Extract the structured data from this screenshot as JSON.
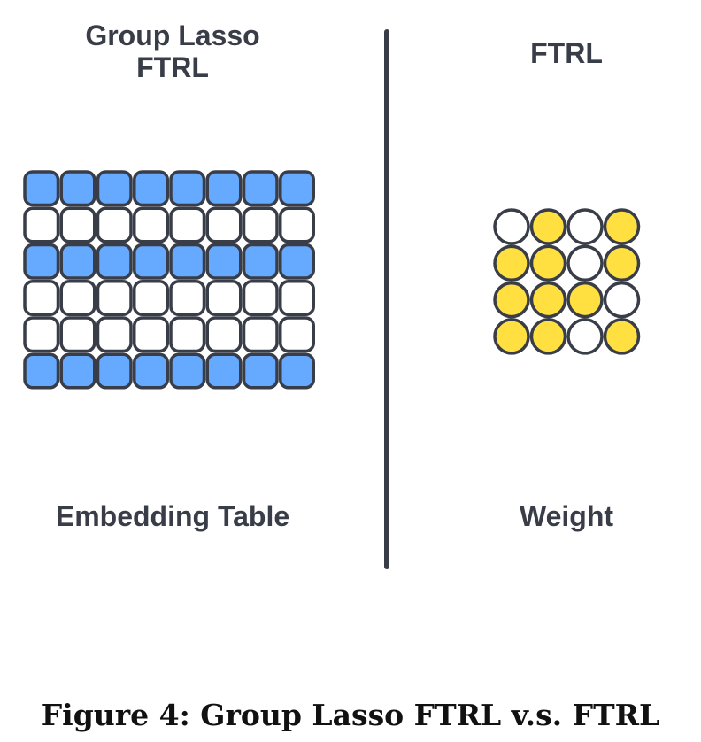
{
  "left_panel": {
    "title_line1": "Group Lasso",
    "title_line2": "FTRL",
    "label": "Embedding Table",
    "grid_rows": [
      "filled",
      "empty",
      "filled",
      "empty",
      "empty",
      "filled"
    ],
    "grid_columns": 8
  },
  "right_panel": {
    "title": "FTRL",
    "label": "Weight",
    "grid": [
      [
        0,
        1,
        0,
        1
      ],
      [
        1,
        1,
        0,
        1
      ],
      [
        1,
        1,
        1,
        0
      ],
      [
        1,
        1,
        0,
        1
      ]
    ]
  },
  "caption": "Figure 4: Group Lasso FTRL v.s. FTRL",
  "colors": {
    "outline": "#383d48",
    "blue": "#66aaff",
    "yellow": "#ffe040",
    "empty": "#ffffff"
  }
}
